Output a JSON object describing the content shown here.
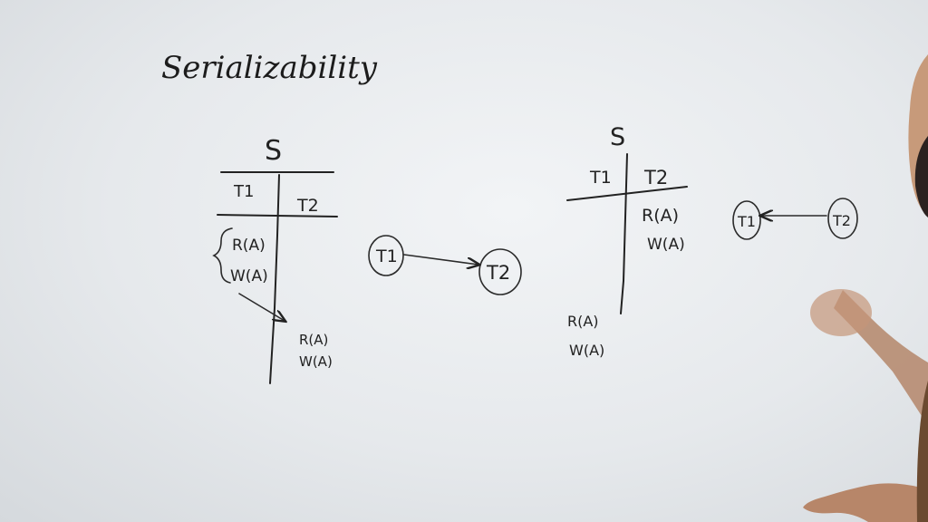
{
  "title": "Serializability",
  "left_schedule": {
    "name": "S",
    "columns": [
      "T1",
      "T2"
    ],
    "t1_ops": [
      "R(A)",
      "W(A)"
    ],
    "t2_ops": [
      "R(A)",
      "W(A)"
    ]
  },
  "left_graph": {
    "from": "T1",
    "to": "T2"
  },
  "right_schedule": {
    "name": "S",
    "columns": [
      "T1",
      "T2"
    ],
    "t2_ops": [
      "R(A)",
      "W(A)"
    ],
    "t1_ops": [
      "R(A)",
      "W(A)"
    ]
  },
  "right_graph": {
    "from": "T2",
    "to": "T1"
  }
}
